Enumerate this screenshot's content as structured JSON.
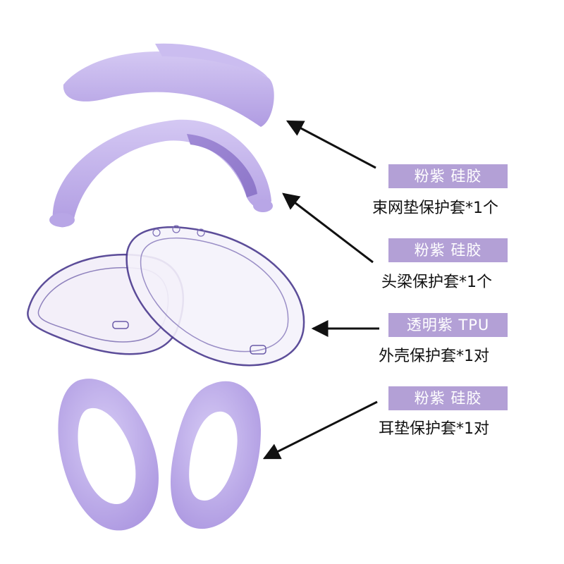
{
  "colors": {
    "tag_bg": "#b3a0d6",
    "silicone_purple": "#c2b2ec",
    "silicone_shadow": "#a691d8",
    "tpu_edge": "#4b3a8e",
    "arrow": "#111111"
  },
  "labels": [
    {
      "tag": "粉紫 硅胶",
      "desc": "束网垫保护套*1个"
    },
    {
      "tag": "粉紫 硅胶",
      "desc": "头梁保护套*1个"
    },
    {
      "tag": "透明紫 TPU",
      "desc": "外壳保护套*1对"
    },
    {
      "tag": "粉紫 硅胶",
      "desc": "耳垫保护套*1对"
    }
  ]
}
